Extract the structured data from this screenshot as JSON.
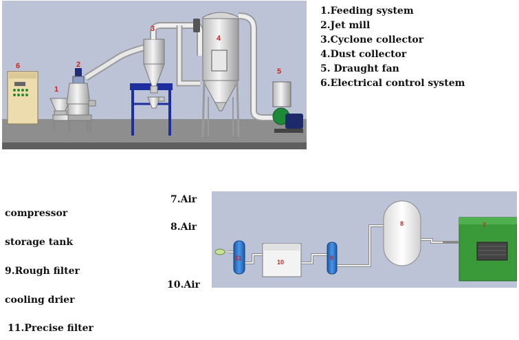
{
  "top_diagram": {
    "callouts": [
      "6",
      "2",
      "1",
      "3",
      "4",
      "5"
    ]
  },
  "legend": [
    "1.Feeding system",
    "2.Jet mill",
    "3.Cyclone collector",
    "4.Dust collector",
    "5. Draught fan",
    "6.Electrical control system"
  ],
  "bottom_labels": {
    "air7": "7.Air",
    "compressor": "compressor",
    "air8": "8.Air",
    "storage_tank": "storage tank",
    "rough_filter": "9.Rough filter",
    "air10": "10.Air",
    "cooling_drier": "cooling drier",
    "precise_filter": "11.Precise filter"
  },
  "bottom_diagram": {
    "callouts": [
      "8",
      "7",
      "10",
      "11",
      "9"
    ]
  },
  "colors": {
    "panel_bg": "#bdc3d6",
    "floor": "#8d8d8d",
    "callout_red": "#cc2222",
    "compressor_green": "#3a9a3a",
    "filter_blue": "#2a73c9",
    "stand_blue": "#1d2f9e",
    "fan_green": "#1d8a3a"
  }
}
